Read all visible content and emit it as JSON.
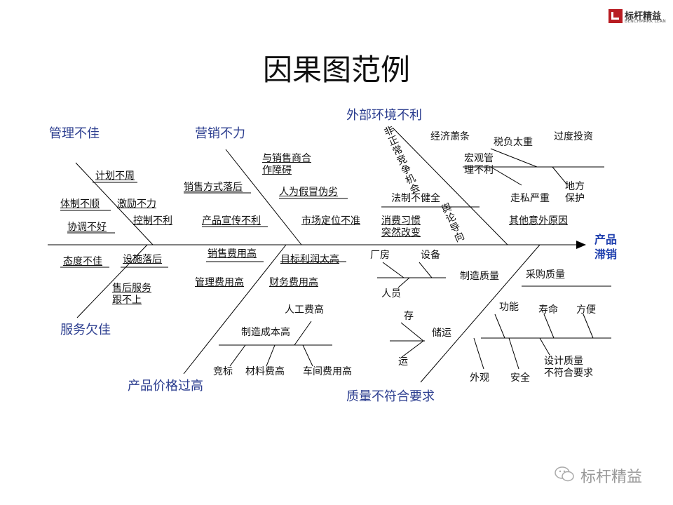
{
  "logo": {
    "brand": "标杆精益",
    "sub": "BENCHMARK LEAN"
  },
  "title": "因果图范例",
  "effect": "产品\n滞销",
  "categories": {
    "management": "管理不佳",
    "marketing": "营销不力",
    "external": "外部环境不利",
    "service": "服务欠佳",
    "price": "产品价格过高",
    "quality": "质量不符合要求"
  },
  "management_causes": {
    "plan": "计划不周",
    "system": "体制不顺",
    "incentive": "激励不力",
    "coordination": "协调不好",
    "control": "控制不利"
  },
  "marketing_causes": {
    "dealer": "与销售商合\n作障碍",
    "sales_method": "销售方式落后",
    "counterfeit": "人为假冒伪劣",
    "promotion": "产品宣传不利",
    "positioning": "市场定位不准"
  },
  "external_causes": {
    "unfair": "非正常竞争机会",
    "opinion": "舆论导向",
    "economy": "经济萧条",
    "tax": "税负太重",
    "overinvest": "过度投资",
    "macro": "宏观管\n理不利",
    "smuggling": "走私严重",
    "local": "地方\n保护",
    "law": "法制不健全",
    "habit": "消费习惯\n突然改变",
    "other": "其他意外原因"
  },
  "service_causes": {
    "attitude": "态度不佳",
    "facility": "设施落后",
    "after_sales": "售后服务\n跟不上"
  },
  "price_causes": {
    "sales_cost": "销售费用高",
    "profit": "目标利润太高",
    "mgmt_cost": "管理费用高",
    "finance_cost": "财务费用高",
    "labor": "人工费高",
    "mfg_cost": "制造成本高",
    "bidding": "竞标",
    "material": "材料费高",
    "workshop": "车间费用高"
  },
  "quality_causes": {
    "plant": "厂房",
    "equipment": "设备",
    "personnel": "人员",
    "mfg_quality": "制造质量",
    "purchase": "采购质量",
    "storage": "存",
    "transport": "运",
    "storage_transport": "储运",
    "function": "功能",
    "life": "寿命",
    "convenience": "方便",
    "design": "设计质量\n不符合要求",
    "appearance": "外观",
    "safety": "安全"
  },
  "watermark": "标杆精益",
  "colors": {
    "category": "#2b3d8f",
    "effect": "#1f3fae",
    "logo": "#b81c22",
    "line": "#000000"
  }
}
